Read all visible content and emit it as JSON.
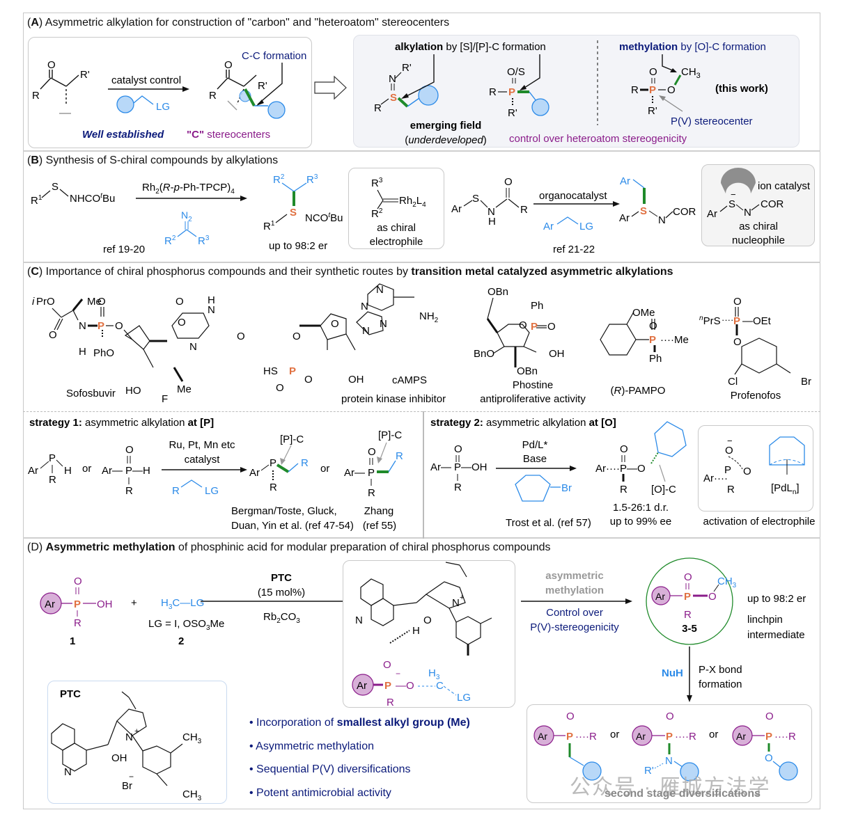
{
  "colors": {
    "phosphorus": "#e07040",
    "bond_green": "#1f8a2a",
    "reagent_blue": "#2b8ae8",
    "navy": "#0b1a7a",
    "purple": "#8a1c8a",
    "sphere_fill": "#b8d8f8",
    "ar_fill": "#d8b0d8"
  },
  "sectionA": {
    "label": "A",
    "title": "Asymmetric alkylation for construction of \"carbon\" and \"heteroatom\" stereocenters",
    "left_panel": {
      "arrow_label": "catalyst control",
      "reagent_lg": "LG",
      "cc_formation": "C-C formation",
      "well_established": "Well established",
      "c_stereo_quote": "\"C\"",
      "c_stereo_rest": "stereocenters"
    },
    "right_panel": {
      "alkylation_bold": "alkylation",
      "alkylation_rest": "by [S]/[P]-C formation",
      "emerging_field": "emerging field",
      "underdeveloped": "underdeveloped",
      "methylation_bold": "methylation",
      "methylation_rest": "by [O]-C formation",
      "this_work": "(this work)",
      "pv_stereocenter": "P(V) stereocenter",
      "control_heteroatom": "control over heteroatom stereogenicity",
      "o_s": "O/S"
    }
  },
  "sectionB": {
    "label": "B",
    "title": "Synthesis of S-chiral compounds by alkylations",
    "rxn1": {
      "catalyst": "Rh2(R-p-Ph-TPCP)4",
      "ref": "ref 19-20",
      "result": "up to 98:2 er"
    },
    "electrophile_box": {
      "line1": "as chiral",
      "line2": "electrophile",
      "complex": "Rh2L4"
    },
    "rxn2": {
      "catalyst": "organocatalyst",
      "ref": "ref 21-22"
    },
    "nucleophile_box": {
      "ion_catalyst": "ion catalyst",
      "line1": "as chiral",
      "line2": "nucleophile"
    }
  },
  "sectionC": {
    "label": "C",
    "title_plain": "Importance of chiral phosphorus compounds and their synthetic routes by",
    "title_bold": "transition metal catalyzed asymmetric alkylations",
    "compounds": [
      {
        "name": "Sofosbuvir",
        "note": ""
      },
      {
        "name": "cAMPS",
        "note": "protein kinase inhibitor"
      },
      {
        "name": "Phostine",
        "note": "antiproliferative activity"
      },
      {
        "name": "(R)-PAMPO",
        "note": ""
      },
      {
        "name": "Profenofos",
        "note": ""
      }
    ],
    "strategy1": {
      "label_bold": "strategy 1:",
      "label_rest": "asymmetric alkylation",
      "label_at": "at [P]",
      "conditions_line1": "Ru, Pt, Mn etc",
      "conditions_line2": "catalyst",
      "bond_label": "[P]-C",
      "ref_a_line1": "Bergman/Toste, Gluck,",
      "ref_a_line2": "Duan, Yin et al. (ref 47-54)",
      "ref_b_line1": "Zhang",
      "ref_b_line2": "(ref 55)",
      "or": "or"
    },
    "strategy2": {
      "label_bold": "strategy 2:",
      "label_rest": "asymmetric alkylation",
      "label_at": "at [O]",
      "conditions_line1": "Pd/L*",
      "conditions_line2": "Base",
      "bond_label": "[O]-C",
      "ref": "Trost et al. (ref 57)",
      "dr": "1.5-26:1 d.r.",
      "ee": "up to 99% ee",
      "activation": "activation of electrophile",
      "pd": "[PdLn]"
    }
  },
  "sectionD": {
    "label": "D",
    "title_bold": "Asymmetric methylation",
    "title_rest": "of phosphinic acid for modular preparation of chiral phosphorus compounds",
    "compound1": "1",
    "compound2": "2",
    "lg_def": "LG = I, OSO3Me",
    "ptc": "PTC",
    "ptc_loading": "(15 mol%)",
    "base": "Rb2CO3",
    "asym_line1": "asymmetric",
    "asym_line2": "methylation",
    "control_line1": "Control over",
    "control_line2": "P(V)-stereogenicity",
    "product": "3-5",
    "er": "up to 98:2 er",
    "linchpin_line1": "linchpin",
    "linchpin_line2": "intermediate",
    "nuh": "NuH",
    "px_line1": "P-X bond",
    "px_line2": "formation",
    "diversification_label": "second stage diversifications",
    "ptc_box_label": "PTC",
    "bullets": [
      {
        "plain": "Incorporation of ",
        "bold": "smallest alkyl group (Me)"
      },
      {
        "plain": "Asymmetric methylation",
        "bold": ""
      },
      {
        "plain": "Sequential P(V) diversifications",
        "bold": ""
      },
      {
        "plain": "Potent antimicrobial activity",
        "bold": ""
      }
    ],
    "or": "or"
  },
  "watermark": "公众号 · 雁城方法学"
}
